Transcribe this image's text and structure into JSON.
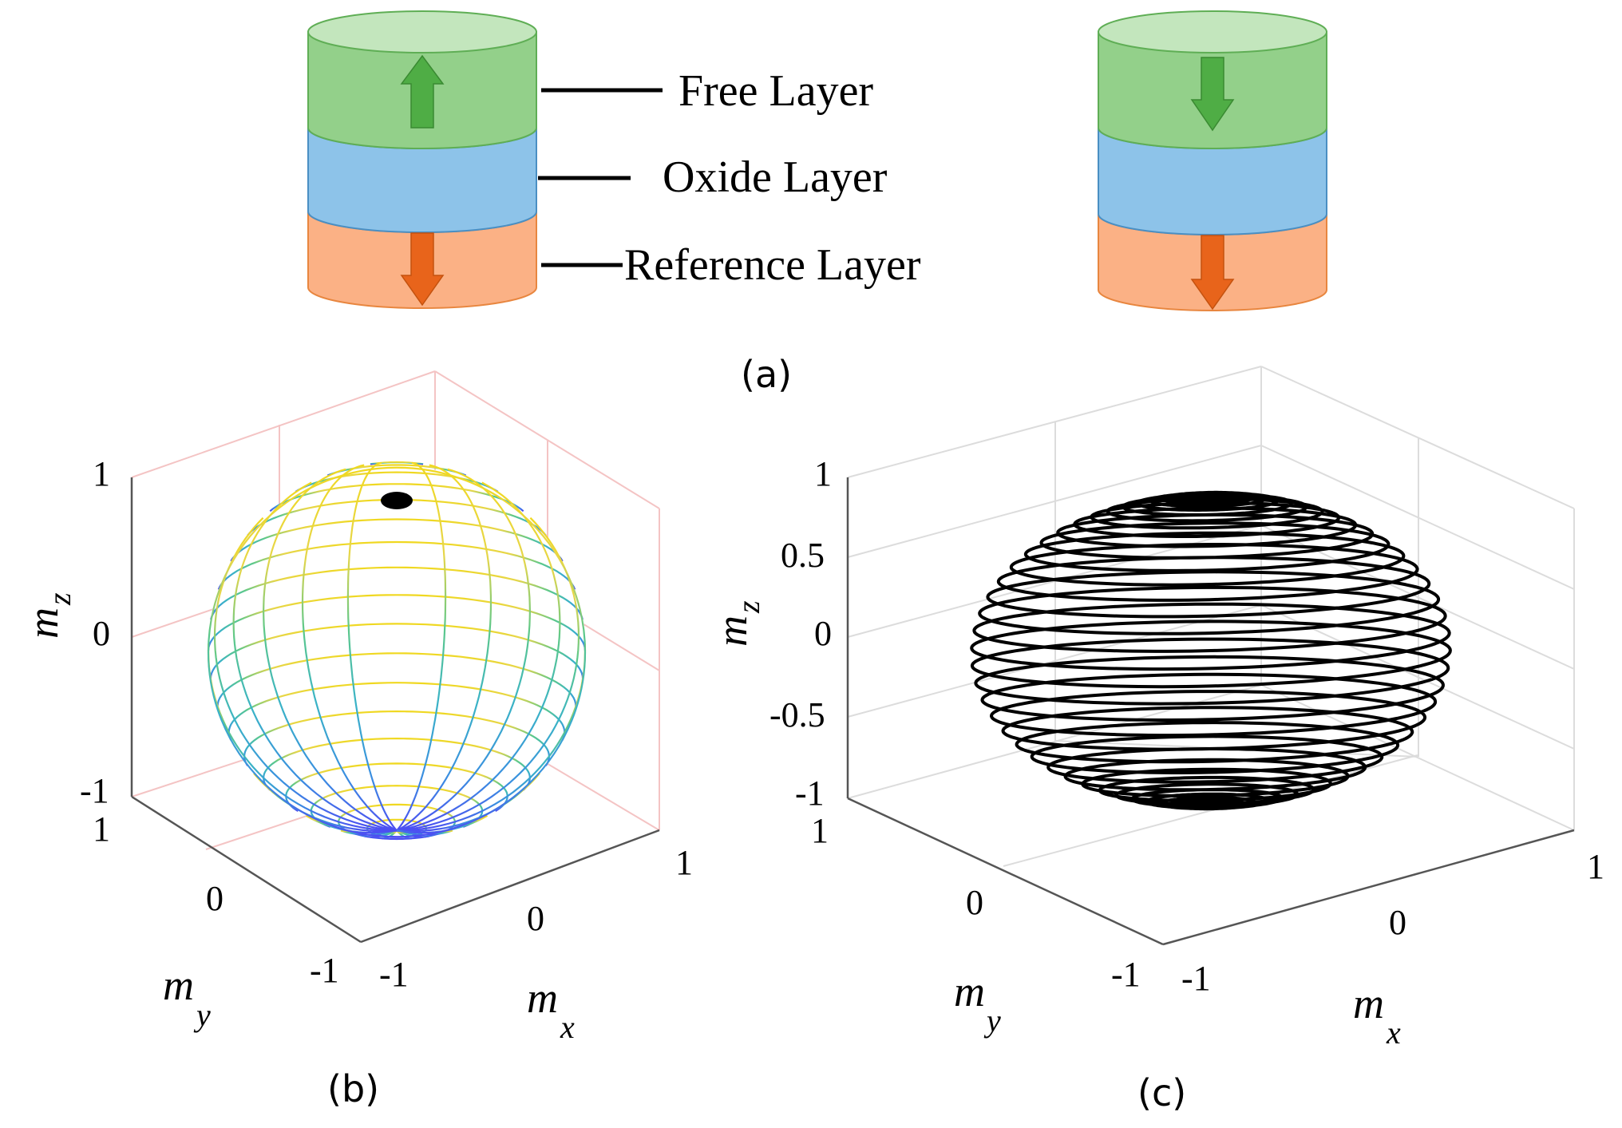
{
  "panel_a": {
    "caption": "(a)",
    "labels": {
      "free_layer": "Free Layer",
      "oxide_layer": "Oxide Layer",
      "reference_layer": "Reference Layer"
    },
    "colors": {
      "free": "#93d08a",
      "free_top": "#c3e6bd",
      "free_arrow": "#4fad45",
      "oxide": "#8dc3e9",
      "reference": "#fbb185",
      "reference_arrow": "#e8641b"
    },
    "stacks": [
      {
        "free_arrow": "up",
        "reference_arrow": "down"
      },
      {
        "free_arrow": "down",
        "reference_arrow": "down"
      }
    ]
  },
  "panel_b": {
    "caption": "(b)",
    "axes": {
      "x_label": "m",
      "x_sub": "x",
      "y_label": "m",
      "y_sub": "y",
      "z_label": "m",
      "z_sub": "z",
      "z_ticks": [
        "1",
        "0",
        "-1"
      ],
      "x_ticks": [
        "-1",
        "0",
        "1"
      ],
      "y_ticks": [
        "1",
        "0",
        "-1"
      ]
    },
    "colors": {
      "box": "#f2b3b3",
      "north_pole_dot": "#000000"
    }
  },
  "panel_c": {
    "caption": "(c)",
    "axes": {
      "x_label": "m",
      "x_sub": "x",
      "y_label": "m",
      "y_sub": "y",
      "z_label": "m",
      "z_sub": "z",
      "z_ticks": [
        "1",
        "0.5",
        "0",
        "-0.5",
        "-1"
      ],
      "x_ticks": [
        "-1",
        "0",
        "1"
      ],
      "y_ticks": [
        "1",
        "0",
        "-1"
      ]
    },
    "colors": {
      "box": "#d9d9d9",
      "trajectory": "#000000"
    }
  }
}
